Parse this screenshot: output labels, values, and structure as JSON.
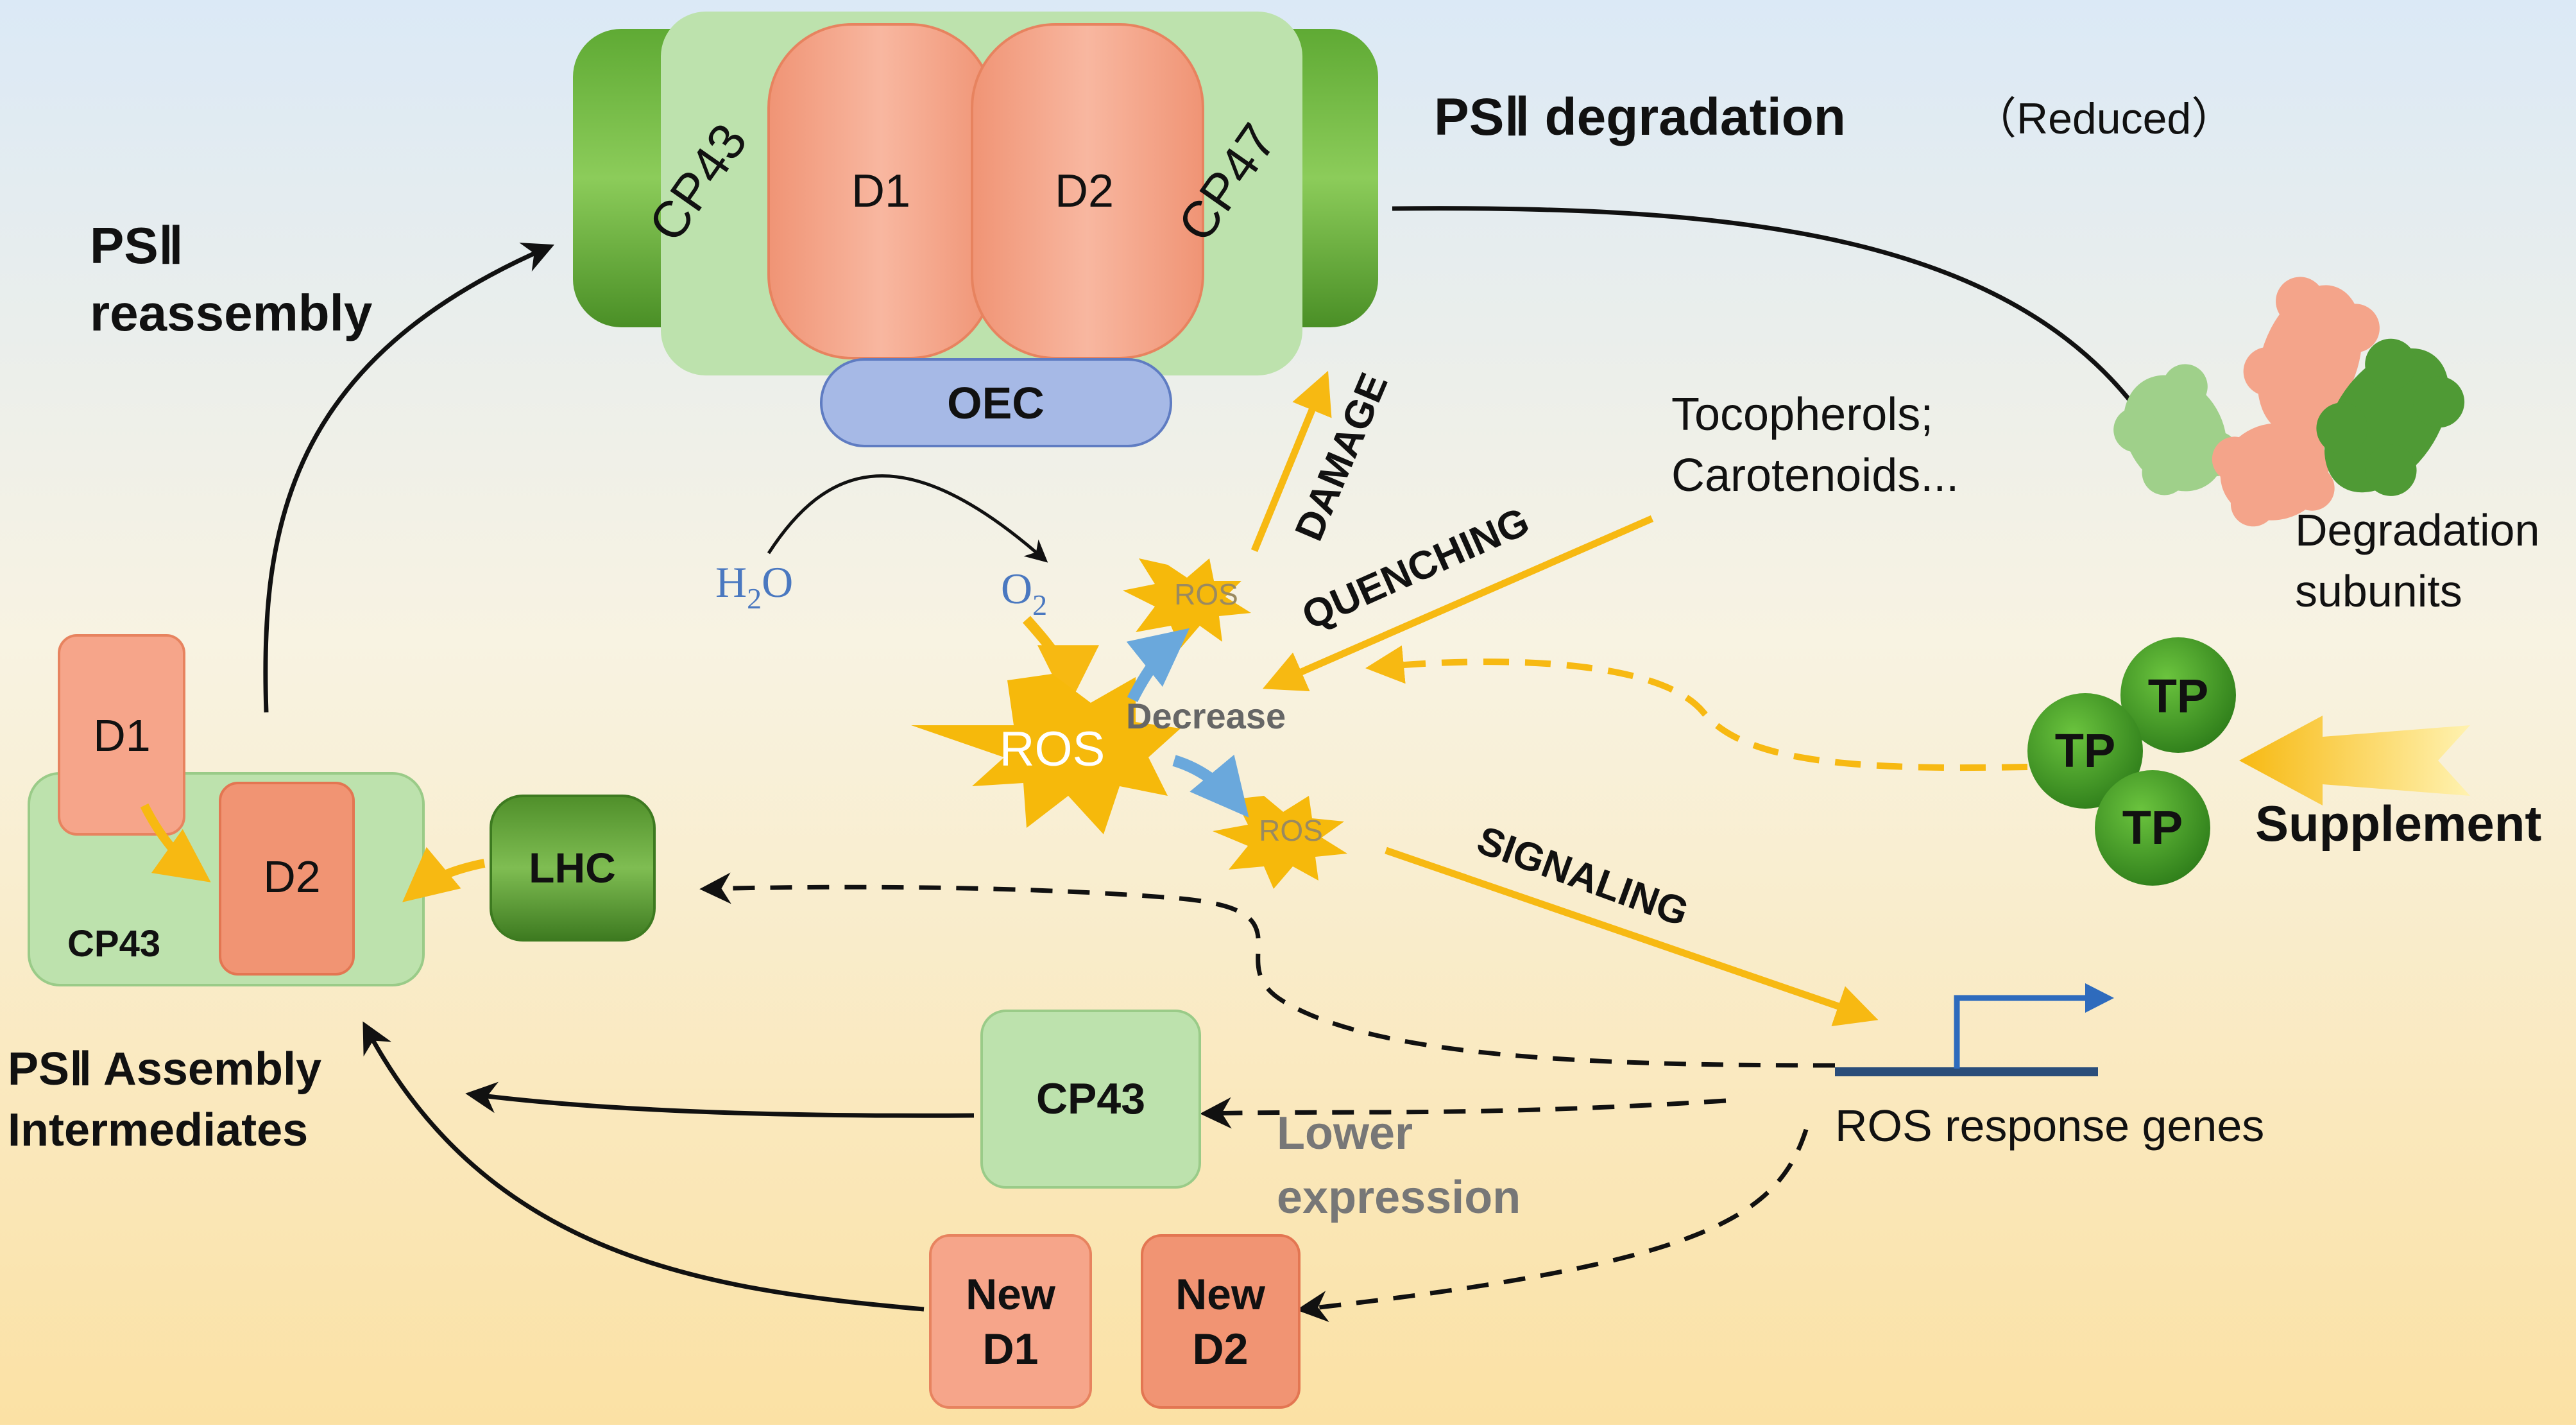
{
  "psii_complex": {
    "cp43_left": "CP43",
    "d1": "D1",
    "d2": "D2",
    "cp47": "CP47",
    "oec": "OEC"
  },
  "degradation": {
    "title": "PSⅡ degradation",
    "note": "（Reduced）",
    "subunits_line1": "Degradation",
    "subunits_line2": "subunits"
  },
  "reassembly": {
    "line1": "PSⅡ",
    "line2": "reassembly"
  },
  "water": {
    "h": "H",
    "sub": "2",
    "o": "O"
  },
  "oxygen": {
    "o": "O",
    "sub": "2"
  },
  "ros": {
    "center": "ROS",
    "small_top": "ROS",
    "small_bottom": "ROS",
    "decrease": "Decrease"
  },
  "labels": {
    "damage": "DAMAGE",
    "quenching": "QUENCHING",
    "signaling": "SIGNALING",
    "supplement": "Supplement"
  },
  "antioxidants": {
    "line1": "Tocopherols;",
    "line2": "Carotenoids..."
  },
  "tp": [
    "TP",
    "TP",
    "TP"
  ],
  "assembly": {
    "d1": "D1",
    "d2": "D2",
    "cp43": "CP43",
    "lhc": "LHC",
    "title_line1": "PSⅡ Assembly",
    "title_line2": "Intermediates"
  },
  "genes": {
    "label": "ROS response genes",
    "lower_line1": "Lower",
    "lower_line2": "expression",
    "cp43": "CP43",
    "new_d1_line1": "New",
    "new_d1_line2": "D1",
    "new_d2_line1": "New",
    "new_d2_line2": "D2"
  },
  "colors": {
    "green_dark": "#5a9e2e",
    "green_light": "#bfe3b0",
    "salmon": "#f4a48a",
    "salmon_dark": "#ee8a6a",
    "oec_blue": "#9fb4e4",
    "ros_yellow": "#f5b800",
    "arrow_yellow": "#f7b912",
    "gene_blue": "#2e6bbd",
    "water_blue": "#4a78c0"
  }
}
